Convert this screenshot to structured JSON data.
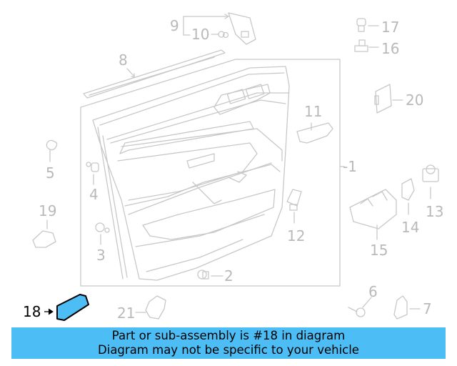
{
  "diagram": {
    "title": "Door trim panel parts diagram",
    "highlighted_part": "18",
    "highlight_color": "#4dbef5",
    "line_color": "#c4c4c4",
    "callouts": [
      {
        "id": "1",
        "label": "-1"
      },
      {
        "id": "2",
        "label": "2"
      },
      {
        "id": "3",
        "label": "3"
      },
      {
        "id": "4",
        "label": "4"
      },
      {
        "id": "5",
        "label": "5"
      },
      {
        "id": "6",
        "label": "6"
      },
      {
        "id": "7",
        "label": "7"
      },
      {
        "id": "8",
        "label": "8"
      },
      {
        "id": "9",
        "label": "9"
      },
      {
        "id": "10",
        "label": "10"
      },
      {
        "id": "11",
        "label": "11"
      },
      {
        "id": "12",
        "label": "12"
      },
      {
        "id": "13",
        "label": "13"
      },
      {
        "id": "14",
        "label": "14"
      },
      {
        "id": "15",
        "label": "15"
      },
      {
        "id": "16",
        "label": "16"
      },
      {
        "id": "17",
        "label": "17"
      },
      {
        "id": "18",
        "label": "18"
      },
      {
        "id": "19",
        "label": "19"
      },
      {
        "id": "20",
        "label": "20"
      },
      {
        "id": "21",
        "label": "21"
      }
    ]
  },
  "banner": {
    "line1": "Part or sub-assembly is #18 in diagram",
    "line2": "Diagram may not be specific to your vehicle",
    "background": "#4dbef5"
  }
}
